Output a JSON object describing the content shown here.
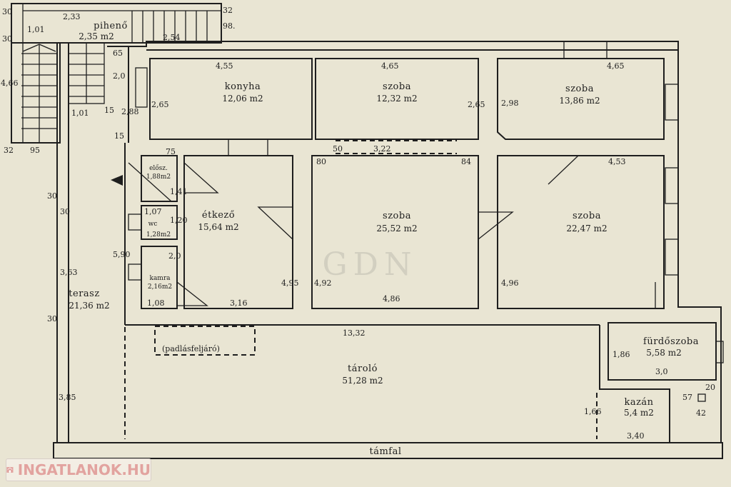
{
  "rooms": {
    "piheno": {
      "name": "pihenő",
      "area": "2,35 m2"
    },
    "konyha": {
      "name": "konyha",
      "area": "12,06 m2"
    },
    "szoba1": {
      "name": "szoba",
      "area": "12,32 m2"
    },
    "szoba2": {
      "name": "szoba",
      "area": "13,86 m2"
    },
    "eloszoba": {
      "name": "elősz.",
      "area": "1,88m2"
    },
    "wc": {
      "name": "wc",
      "area": "1,28m2"
    },
    "kamra": {
      "name": "kamra",
      "area": "2,16m2"
    },
    "etkezo": {
      "name": "étkező",
      "area": "15,64 m2"
    },
    "szoba3": {
      "name": "szoba",
      "area": "25,52 m2"
    },
    "szoba4": {
      "name": "szoba",
      "area": "22,47 m2"
    },
    "terasz": {
      "name": "terasz",
      "area": "21,36 m2"
    },
    "taroló": {
      "name": "tároló",
      "area": "51,28 m2"
    },
    "furdoszoba": {
      "name": "fürdőszoba",
      "area": "5,58 m2"
    },
    "kazan": {
      "name": "kazán",
      "area": "5,4 m2"
    }
  },
  "labels": {
    "tamfal": "támfal",
    "padlas": "(padlásfeljáró)",
    "watermark": "GDN",
    "logo": "INGATLANOK.HU"
  },
  "dims": {
    "d30a": "30",
    "d233": "2,33",
    "d32a": "32",
    "d101a": "1,01",
    "d30b": "30",
    "d98": "98.",
    "d254": "2,54",
    "d466": "4,66",
    "d65": "65",
    "d20a": "2,0",
    "d101b": "1,01",
    "d15a": "15",
    "d288": "2,88",
    "d15b": "15",
    "d32b": "32",
    "d95": "95",
    "d455": "4,55",
    "d265a": "2,65",
    "d465a": "4,65",
    "d265b": "2,65",
    "d298": "2,98",
    "d465b": "4,65",
    "d50": "50",
    "d75": "75",
    "d322": "3,22",
    "d80": "80",
    "d84": "84",
    "d453": "4,53",
    "d141": "1,41",
    "d107": "1,07",
    "d120": "1,20",
    "d590": "5,90",
    "d20b": "2,0",
    "d108": "1,08",
    "d316": "3,16",
    "d495": "4,95",
    "d492": "4,92",
    "d486": "4,86",
    "d496": "4,96",
    "d30c": "30",
    "d363": "3,63",
    "d30d": "30",
    "d30e": "30",
    "d1332": "13,32",
    "d385": "3,85",
    "d186": "1,86",
    "d30f": "3,0",
    "d166": "1,66",
    "d340": "3,40",
    "d57": "57",
    "d20c": "20",
    "d42": "42"
  }
}
